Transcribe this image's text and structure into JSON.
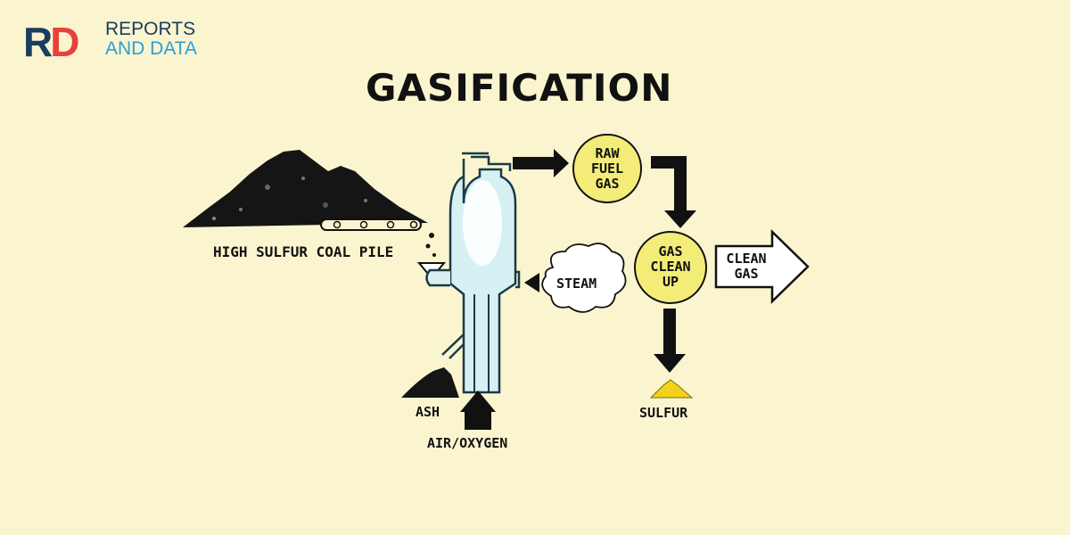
{
  "brand": {
    "mark_r": "R",
    "mark_d": "D",
    "line1": "REPORTS",
    "line2": "AND DATA"
  },
  "title": "GASIFICATION",
  "labels": {
    "coal_pile": "HIGH SULFUR COAL PILE",
    "raw_fuel_gas": "RAW\nFUEL\nGAS",
    "steam": "STEAM",
    "gas_clean_up": "GAS\nCLEAN\nUP",
    "clean_gas": "CLEAN\nGAS",
    "sulfur": "SULFUR",
    "ash": "ASH",
    "air_oxygen": "AIR/OXYGEN"
  },
  "colors": {
    "background": "#fbf5cf",
    "circle_fill": "#f4ec78",
    "reactor_fill": "#d7f0f3",
    "sulfur_fill": "#f2d21a",
    "arrow": "#111111"
  }
}
